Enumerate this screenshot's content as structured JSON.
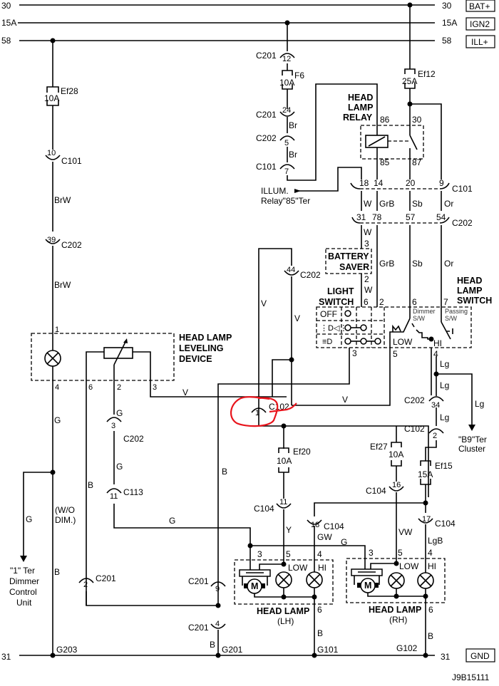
{
  "diagram": {
    "title": "Head Lamp Wiring Diagram",
    "figure_id": "J9B15111",
    "power_rails": [
      {
        "terminal": "30",
        "name": "BAT+"
      },
      {
        "terminal": "15A",
        "name": "IGN2"
      },
      {
        "terminal": "58",
        "name": "ILL+"
      }
    ],
    "ground_rail": {
      "terminal": "31",
      "name": "GND"
    },
    "grounds": [
      "G203",
      "G201",
      "G101",
      "G102"
    ],
    "fuses": [
      {
        "id": "Ef28",
        "rating": "10A"
      },
      {
        "id": "F6",
        "rating": "10A"
      },
      {
        "id": "Ef12",
        "rating": "25A"
      },
      {
        "id": "Ef20",
        "rating": "10A"
      },
      {
        "id": "Ef27",
        "rating": "10A"
      },
      {
        "id": "Ef15",
        "rating": "15A"
      }
    ],
    "components": {
      "relay": {
        "label_lines": [
          "HEAD",
          "LAMP",
          "RELAY"
        ],
        "pins": [
          "86",
          "30",
          "85",
          "87"
        ]
      },
      "battery_saver": {
        "label_lines": [
          "BATTERY",
          "SAVER"
        ],
        "pins": [
          "3",
          "2"
        ]
      },
      "light_switch": {
        "label_lines": [
          "LIGHT",
          "SWITCH"
        ],
        "positions": [
          "OFF",
          "parking",
          "headlamp"
        ],
        "pins": [
          "6",
          "2",
          "3"
        ]
      },
      "head_lamp_switch": {
        "label_lines": [
          "HEAD",
          "LAMP",
          "SWITCH"
        ],
        "dimmer_label": [
          "Dimmer",
          "S/W"
        ],
        "passing_label": [
          "Passing",
          "S/W"
        ],
        "low": "LOW",
        "hi": "HI",
        "pins": [
          "6",
          "7",
          "5",
          "4"
        ]
      },
      "leveling_device": {
        "label_lines": [
          "HEAD LAMP",
          "LEVELING",
          "DEVICE"
        ],
        "pins": [
          "1",
          "4",
          "6",
          "2",
          "3"
        ]
      },
      "head_lamp_lh": {
        "label": "HEAD LAMP",
        "side": "(LH)",
        "pins": [
          "3",
          "5",
          "4",
          "6"
        ],
        "low": "LOW",
        "hi": "HI",
        "motor": "M"
      },
      "head_lamp_rh": {
        "label": "HEAD LAMP",
        "side": "(RH)",
        "pins": [
          "3",
          "5",
          "4",
          "6"
        ],
        "low": "LOW",
        "hi": "HI",
        "motor": "M"
      }
    },
    "connectors": {
      "c201_12": {
        "name": "C201",
        "pin": "12"
      },
      "c201_24": {
        "name": "C201",
        "pin": "24"
      },
      "c202_5": {
        "name": "C202",
        "pin": "5"
      },
      "c101_7": {
        "name": "C101",
        "pin": "7"
      },
      "c101_10": {
        "name": "C101",
        "pin": "10"
      },
      "c202_39": {
        "name": "C202",
        "pin": "39"
      },
      "c101_row": {
        "name": "C101",
        "pins": [
          "18",
          "14",
          "20",
          "9"
        ]
      },
      "c202_row": {
        "name": "C202",
        "pins": [
          "31",
          "78",
          "57",
          "54"
        ]
      },
      "c202_44": {
        "name": "C202",
        "pin": "44"
      },
      "c102_1": {
        "name": "C102",
        "pin": "1"
      },
      "c202_34": {
        "name": "C202",
        "pin": "34"
      },
      "c102_2": {
        "name": "C102",
        "pin": "2"
      },
      "c202_3": {
        "name": "C202",
        "pin": "3"
      },
      "c113_11": {
        "name": "C113",
        "pin": "11"
      },
      "c104_11": {
        "name": "C104",
        "pin": "11"
      },
      "c104_16": {
        "name": "C104",
        "pin": "16"
      },
      "c104_18": {
        "name": "C104",
        "pin": "18"
      },
      "c104_17": {
        "name": "C104",
        "pin": "17"
      },
      "c201_2": {
        "name": "C201",
        "pin": "2"
      },
      "c201_9": {
        "name": "C201",
        "pin": "9"
      },
      "c201_4": {
        "name": "C201",
        "pin": "4"
      }
    },
    "wire_colors": {
      "brw": "BrW",
      "g": "G",
      "b": "B",
      "br": "Br",
      "w": "W",
      "grb": "GrB",
      "sb": "Sb",
      "or": "Or",
      "v": "V",
      "lg": "Lg",
      "y": "Y",
      "gw": "GW",
      "vw": "VW",
      "lgb": "LgB"
    },
    "external_refs": {
      "illum": [
        "ILLUM.",
        "Relay\"85\"Ter"
      ],
      "cluster": [
        "\"B9\"Ter",
        "Cluster"
      ],
      "dimmer_unit": [
        "\"1\" Ter",
        "Dimmer",
        "Control",
        "Unit"
      ],
      "wo_dim": [
        "(W/O",
        "DIM.)"
      ]
    },
    "annotation": {
      "type": "red-hand-drawn-circle",
      "target": "C102 pin 1",
      "color": "#e8141c"
    }
  }
}
